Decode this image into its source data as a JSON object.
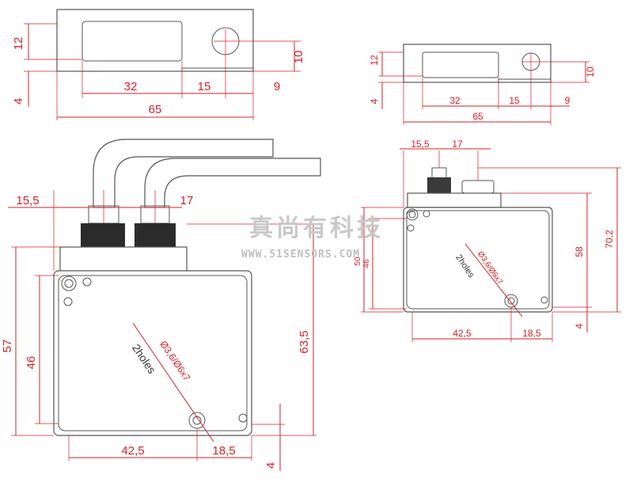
{
  "large_top_view": {
    "dims": {
      "d12": "12",
      "d4": "4",
      "d10": "10",
      "d32": "32",
      "d15": "15",
      "d9": "9",
      "d65": "65"
    }
  },
  "small_top_view": {
    "dims": {
      "d12": "12",
      "d4": "4",
      "d10": "10",
      "d32": "32",
      "d15": "15",
      "d9": "9",
      "d65": "65"
    }
  },
  "large_front_view": {
    "dims": {
      "d15_5": "15,5",
      "d17": "17",
      "d57": "57",
      "d46": "46",
      "d63_5": "63,5",
      "d42_5": "42,5",
      "d18_5": "18,5",
      "d4": "4"
    },
    "hole_spec": "Ø3,6/Ø6x7",
    "holes_note": "2holes"
  },
  "small_front_view": {
    "dims": {
      "d15_5": "15,5",
      "d17": "17",
      "d50": "50",
      "d46": "46",
      "d58": "58",
      "d70_2": "70,2",
      "d42_5": "42,5",
      "d18_5": "18,5",
      "d4": "4"
    },
    "hole_spec": "Ø3,6/Ø6x7",
    "holes_note": "2holes"
  },
  "watermark": {
    "chinese": "真尚有科技",
    "url": "WWW.51SENSORS.COM"
  },
  "colors": {
    "dimension": "#d6202a",
    "outline": "#555555",
    "watermark": "#c9c9c9"
  }
}
